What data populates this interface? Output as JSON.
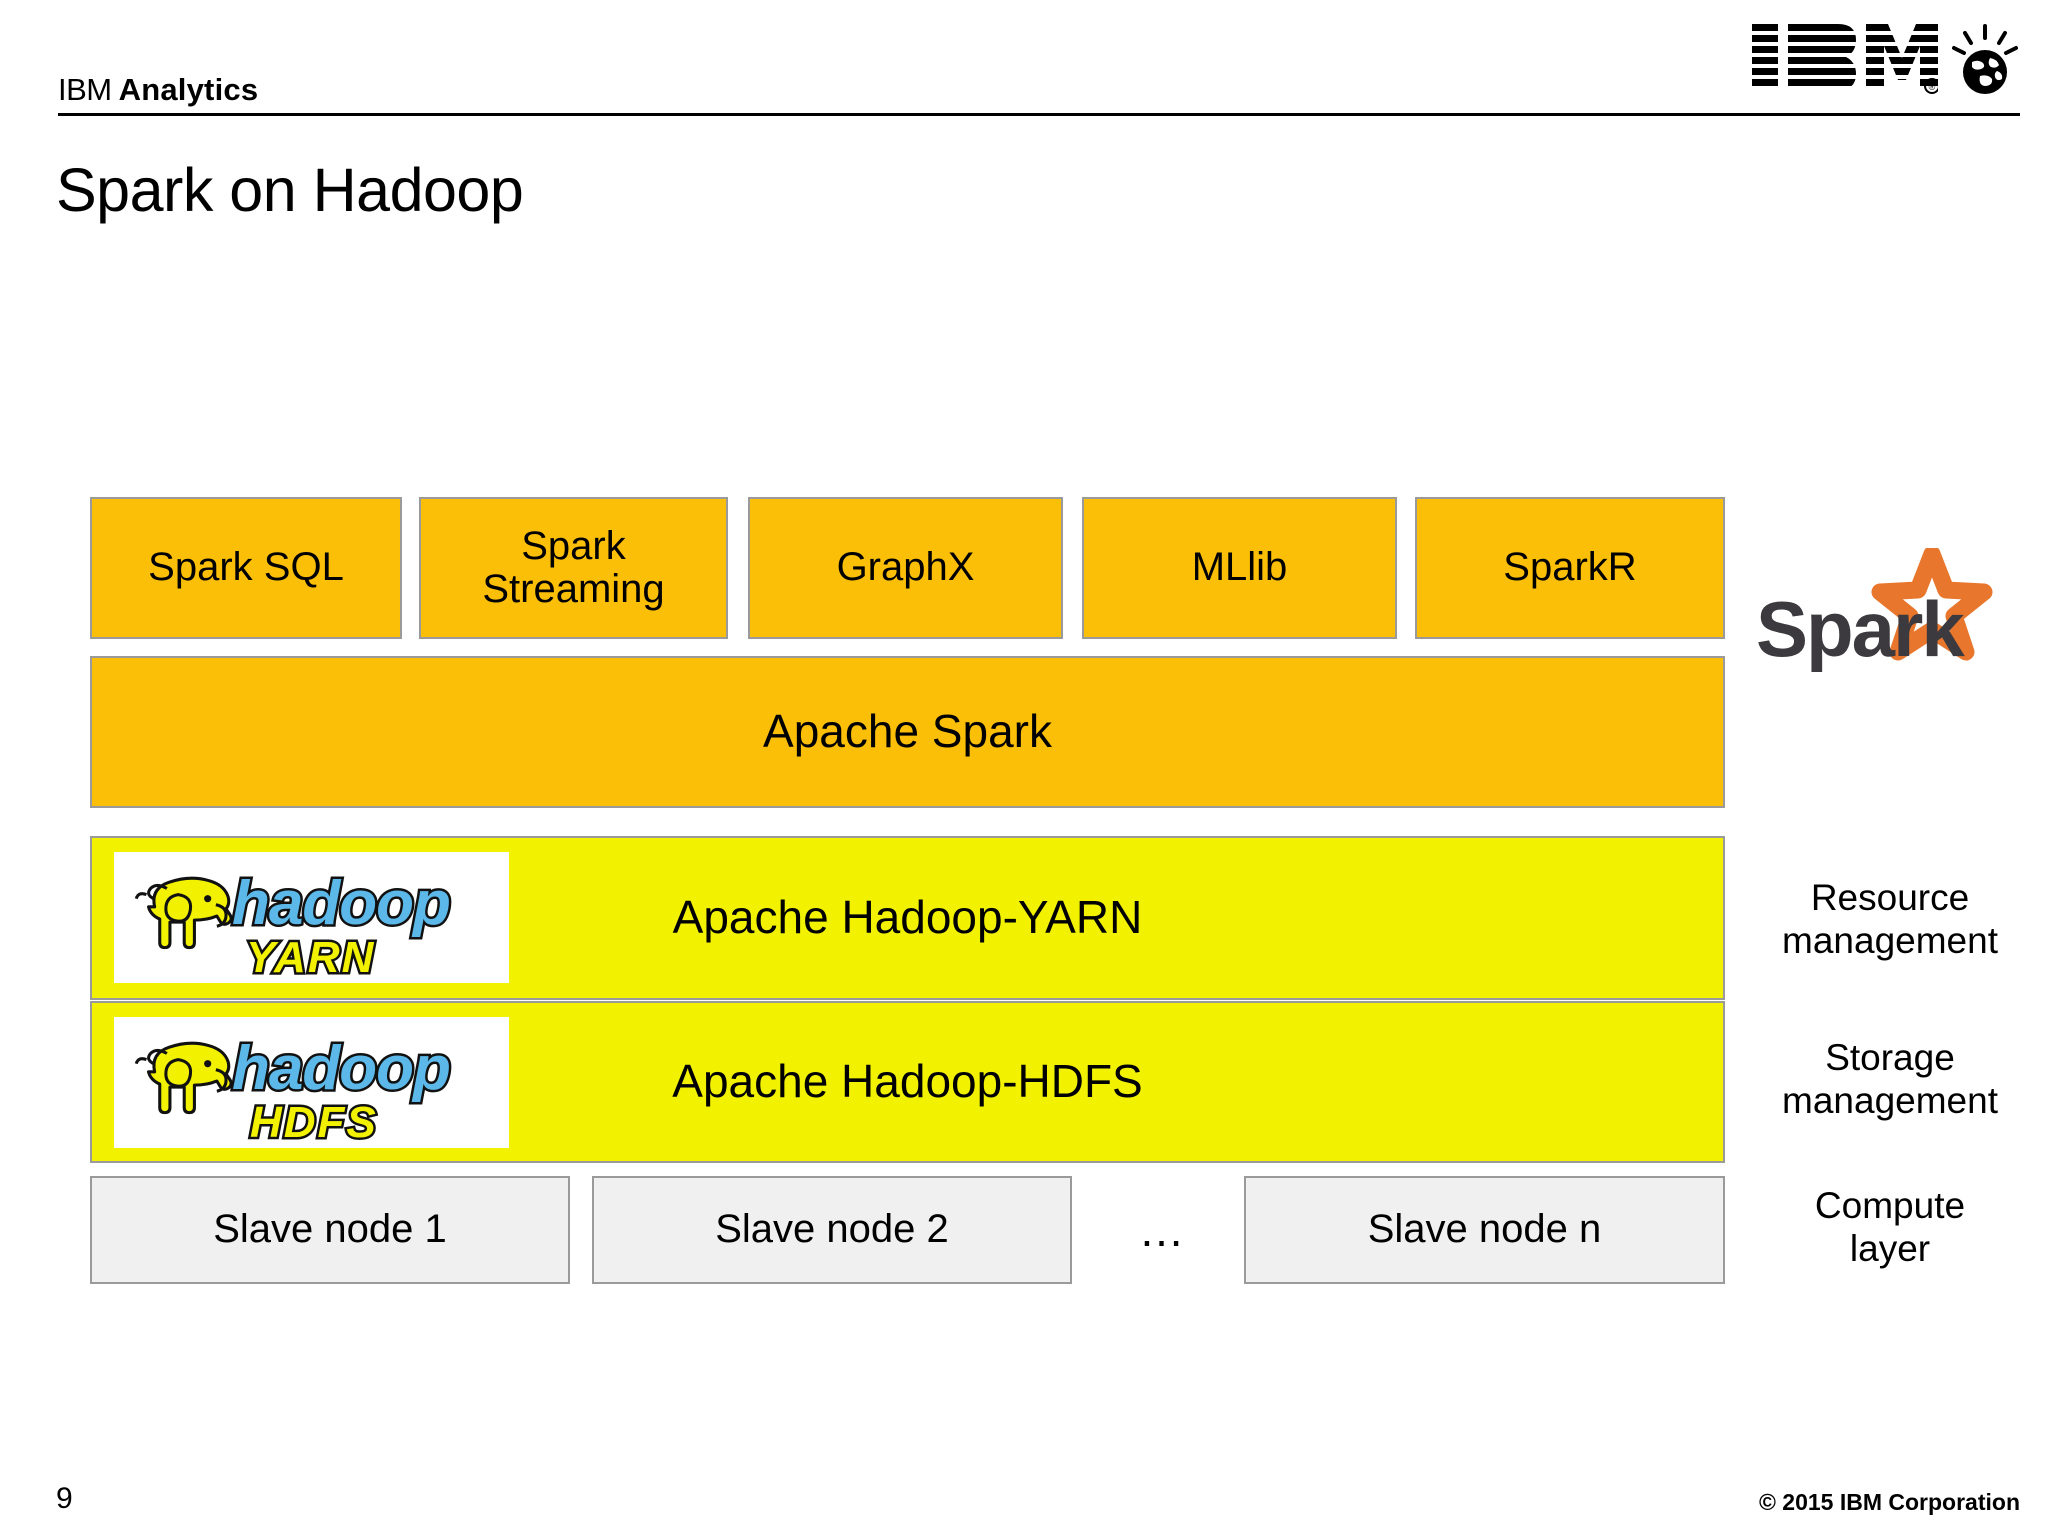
{
  "header": {
    "brand_primary": "IBM",
    "brand_secondary": "Analytics",
    "logo_icon": "ibm-striped-logo",
    "globe_icon": "ibm-smarter-planet-globe-icon"
  },
  "title": "Spark on Hadoop",
  "diagram": {
    "components": [
      {
        "label": "Spark SQL",
        "name": "spark-sql"
      },
      {
        "label": "Spark\nStreaming",
        "name": "spark-streaming"
      },
      {
        "label": "GraphX",
        "name": "graphx"
      },
      {
        "label": "MLlib",
        "name": "mllib"
      },
      {
        "label": "SparkR",
        "name": "sparkr"
      }
    ],
    "engine": {
      "label": "Apache Spark"
    },
    "layers": [
      {
        "label": "Apache Hadoop-YARN",
        "logo_icon": "hadoop-yarn-logo",
        "logo_wordmark": "hadoop",
        "logo_subword": "YARN",
        "caption": "Resource\nmanagement"
      },
      {
        "label": "Apache Hadoop-HDFS",
        "logo_icon": "hadoop-hdfs-logo",
        "logo_wordmark": "hadoop",
        "logo_subword": "HDFS",
        "caption": "Storage\nmanagement"
      }
    ],
    "slave_nodes": [
      {
        "label": "Slave node 1"
      },
      {
        "label": "Slave node 2"
      },
      {
        "label": "Slave node n"
      }
    ],
    "slave_ellipsis": "…",
    "compute_caption": "Compute\nlayer",
    "spark_logo": {
      "icon": "apache-spark-logo",
      "wordmark": "Spark"
    }
  },
  "footer": {
    "page_number": "9",
    "copyright": "© 2015 IBM Corporation"
  },
  "colors": {
    "orange": "#FCBF07",
    "yellow": "#F2F200",
    "gray_box": "#F0F0F0",
    "border": "#9A9A9A",
    "spark_orange": "#E8762C",
    "spark_dark": "#3C3A3E",
    "hadoop_blue": "#5BB8E8",
    "hadoop_yellow": "#F2F200",
    "background": "#FFFFFF"
  }
}
